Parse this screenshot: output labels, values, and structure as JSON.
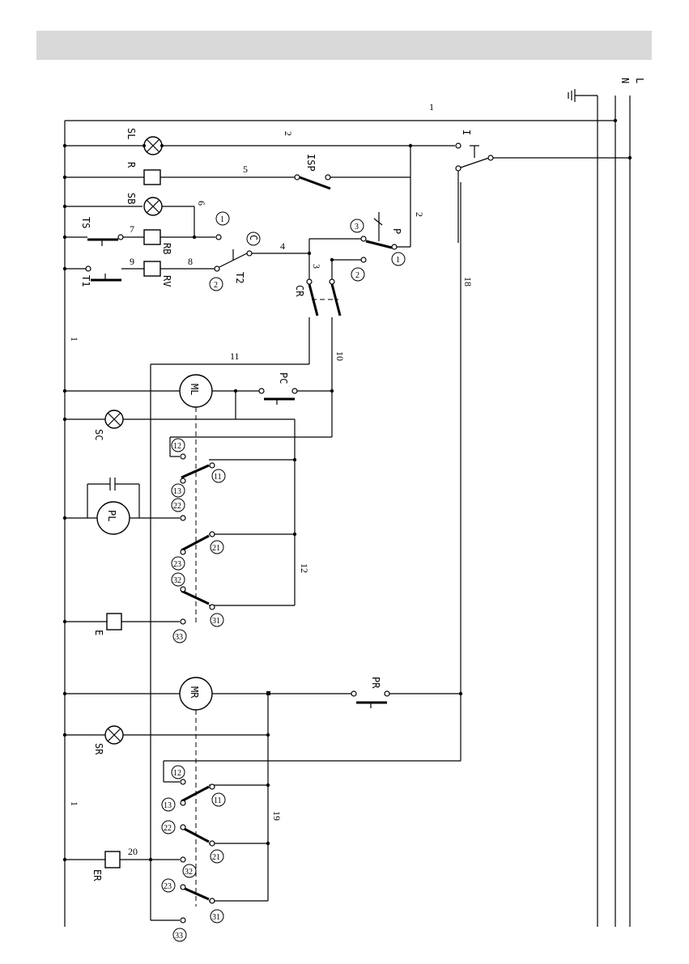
{
  "header": {
    "title": ""
  },
  "supply": {
    "l": "L",
    "n": "N"
  },
  "components": {
    "SL": "SL",
    "R": "R",
    "SB": "SB",
    "TS": "TS",
    "RB": "RB",
    "T1": "T1",
    "RV": "RV",
    "T2": "T2",
    "C": "C",
    "ISP": "ISP",
    "I": "I",
    "P": "P",
    "CR": "CR",
    "PC": "PC",
    "ML": "ML",
    "SC": "SC",
    "PL": "PL",
    "E": "E",
    "MR": "MR",
    "PR": "PR",
    "SR": "SR",
    "ER": "ER"
  },
  "wires": {
    "w1a": "1",
    "w1b": "1",
    "w1c": "1",
    "w2a": "2",
    "w2b": "2",
    "w3": "3",
    "w4": "4",
    "w5": "5",
    "w6": "6",
    "w7": "7",
    "w8": "8",
    "w9": "9",
    "w10": "10",
    "w11": "11",
    "w12": "12",
    "w18": "18",
    "w19": "19",
    "w20": "20"
  },
  "contacts": {
    "c1a": "1",
    "c1b": "1",
    "c2a": "2",
    "c2b": "2",
    "c3": "3",
    "u12": "12",
    "u11": "11",
    "u13": "13",
    "u22": "22",
    "u21": "21",
    "u23": "23",
    "u32": "32",
    "u31": "31",
    "u33": "33",
    "l12": "12",
    "l11": "11",
    "l13": "13",
    "l22": "22",
    "l21": "21",
    "l23": "23",
    "l32": "32",
    "l31": "31",
    "l33": "33"
  }
}
